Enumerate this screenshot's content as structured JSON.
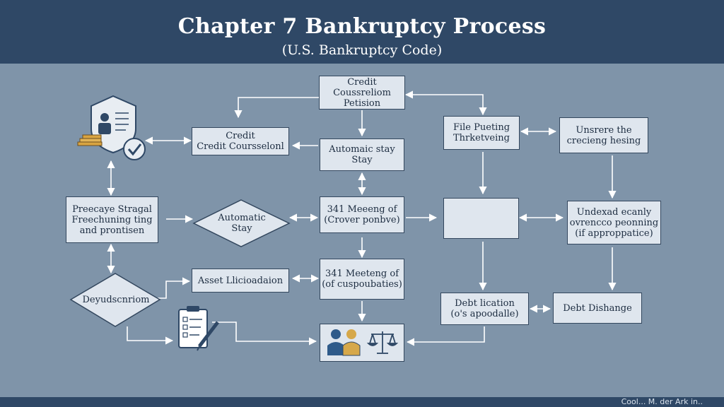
{
  "header": {
    "title": "Chapter 7 Bankruptcy Process",
    "subtitle": "(U.S. Bankruptcy Code)"
  },
  "nodes": {
    "credit_petition": {
      "line1": "Credit Coussreliom",
      "line2": "Petision"
    },
    "credit_counseling": {
      "line1": "Credit",
      "line2": "Credit Coursselonl"
    },
    "automatic_stay_box": {
      "line1": "Automaic stay",
      "line2": "Stay"
    },
    "prepare_stage": {
      "line1": "Preecaye Stragal",
      "line2": "Freechuning ting",
      "line3": "and prontisen"
    },
    "automatic_stay_diamond": {
      "line1": "Automatic",
      "line2": "Stay"
    },
    "meeting_341_a": {
      "line1": "341 Meeeng of",
      "line2": "(Crover ponbve)"
    },
    "meeting_341_b": {
      "line1": "341 Meeteng of",
      "line2": "(of cuspoubaties)"
    },
    "asset_liquidation": {
      "line1": "Asset Llicioadaion"
    },
    "deyudscnriom": {
      "line1": "Deyudscnriom"
    },
    "file_pueting": {
      "line1": "File Pueting",
      "line2": "Thrketveing"
    },
    "unsrere_hearing": {
      "line1": "Unsrere the",
      "line2": "crecieng hesing"
    },
    "undexad": {
      "line1": "Undexad ecanly",
      "line2": "ovrencco peonning",
      "line3": "(if approppatice)"
    },
    "debt_lication": {
      "line1": "Debt lication",
      "line2": "(o's apoodalle)"
    },
    "debt_discharge": {
      "line1": "Debt Dishange"
    }
  },
  "footer": {
    "text": "Cool...  M. der Ark in.."
  }
}
